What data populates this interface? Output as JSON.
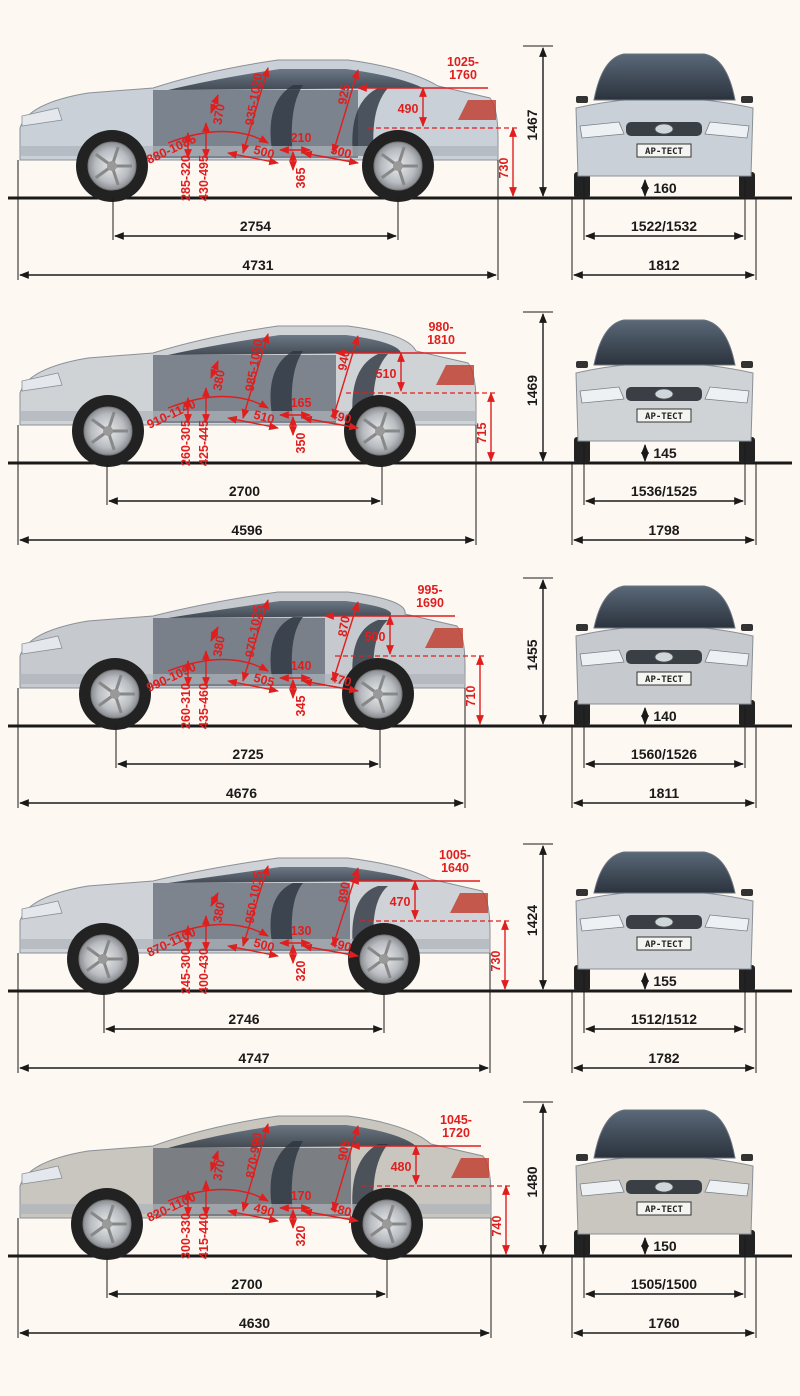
{
  "plate_text": "АР-ТЕСТ",
  "colors": {
    "background": "#fdf8f2",
    "dimension_line": "#1a1a1a",
    "interior_dimension": "#e01e1e",
    "interior_shade": "#3a4452"
  },
  "cars": [
    {
      "body_color": "#c9d0d8",
      "badge_icon": "ford-oval-icon",
      "labels": {
        "wheelbase": "2754",
        "length": "4731",
        "height": "1467",
        "track": "1522/1532",
        "width": "1812",
        "clearance": "160",
        "trunk_sill": "730",
        "trunk_depth": "490",
        "trunk_length": "1025-\n1760",
        "front_headroom": "370",
        "front_diag": "935-1020",
        "rear_diag": "925",
        "front_seat_range": "880-1085",
        "front_cushion": "500",
        "rear_cushion": "500",
        "knee_room": "210",
        "rear_floor": "365",
        "front_seat_height": "285-320",
        "front_seat_floor": "430-495"
      }
    },
    {
      "body_color": "#d0d3d6",
      "badge_icon": "opel-blitz-icon",
      "labels": {
        "wheelbase": "2700",
        "length": "4596",
        "height": "1469",
        "track": "1536/1525",
        "width": "1798",
        "clearance": "145",
        "trunk_sill": "715",
        "trunk_depth": "510",
        "trunk_length": "980-\n1810",
        "front_headroom": "380",
        "front_diag": "985-1050",
        "rear_diag": "940",
        "front_seat_range": "910-1140",
        "front_cushion": "510",
        "rear_cushion": "490",
        "knee_room": "165",
        "rear_floor": "350",
        "front_seat_height": "260-305",
        "front_seat_floor": "425-445"
      }
    },
    {
      "body_color": "#c6c9cd",
      "badge_icon": "peugeot-lion-icon",
      "labels": {
        "wheelbase": "2725",
        "length": "4676",
        "height": "1455",
        "track": "1560/1526",
        "width": "1811",
        "clearance": "140",
        "trunk_sill": "710",
        "trunk_depth": "500",
        "trunk_length": "995-\n1690",
        "front_headroom": "380",
        "front_diag": "970-1025",
        "rear_diag": "870",
        "front_seat_range": "990-1090",
        "front_cushion": "505",
        "rear_cushion": "470",
        "knee_room": "140",
        "rear_floor": "345",
        "front_seat_height": "260-310",
        "front_seat_floor": "435-460"
      }
    },
    {
      "body_color": "#cfd2d6",
      "badge_icon": "rover-badge-icon",
      "labels": {
        "wheelbase": "2746",
        "length": "4747",
        "height": "1424",
        "track": "1512/1512",
        "width": "1782",
        "clearance": "155",
        "trunk_sill": "730",
        "trunk_depth": "470",
        "trunk_length": "1005-\n1640",
        "front_headroom": "380",
        "front_diag": "950-1015",
        "rear_diag": "890",
        "front_seat_range": "870-1100",
        "front_cushion": "500",
        "rear_cushion": "490",
        "knee_room": "130",
        "rear_floor": "320",
        "front_seat_height": "245-300",
        "front_seat_floor": "400-430"
      }
    },
    {
      "body_color": "#c9c6bf",
      "badge_icon": "toyota-emblem-icon",
      "labels": {
        "wheelbase": "2700",
        "length": "4630",
        "height": "1480",
        "track": "1505/1500",
        "width": "1760",
        "clearance": "150",
        "trunk_sill": "740",
        "trunk_depth": "480",
        "trunk_length": "1045-\n1720",
        "front_headroom": "370",
        "front_diag": "870-990",
        "rear_diag": "905",
        "front_seat_range": "820-1100",
        "front_cushion": "490",
        "rear_cushion": "480",
        "knee_room": "170",
        "rear_floor": "320",
        "front_seat_height": "300-330",
        "front_seat_floor": "415-440"
      }
    }
  ]
}
